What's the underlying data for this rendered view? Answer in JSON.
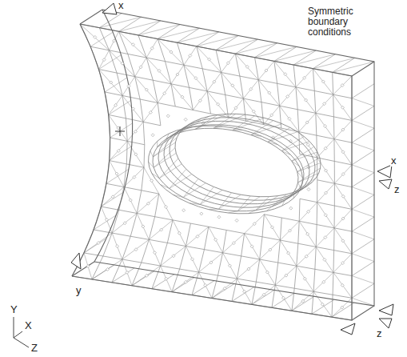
{
  "diagram": {
    "labels": [
      "x",
      "Symmetric boundary conditions",
      "x",
      "z",
      "y",
      "Y",
      "X",
      "z",
      "Z"
    ]
  }
}
